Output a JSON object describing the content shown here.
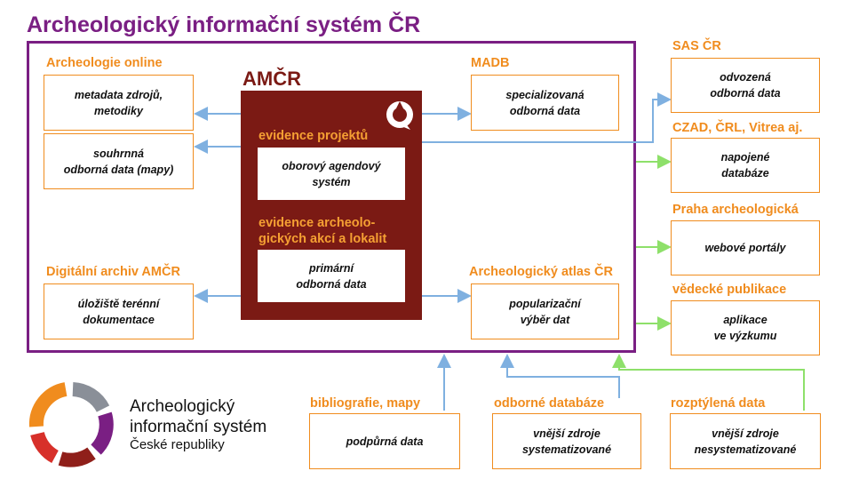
{
  "title": "Archeologický informační systém ČR",
  "amcr": {
    "label": "AMČR",
    "evidence_projektu": "evidence projektů",
    "evidence_projektu_box": "oborový agendový\nsystém",
    "evidence_akci": "evidence archeolo-\ngických akcí a lokalit",
    "evidence_akci_box": "primární\nodborná data"
  },
  "left": {
    "archeologie_online": "Archeologie online",
    "metadata": "metadata zdrojů,\nmetodiky",
    "souhrnna": "souhrnná\nodborná data (mapy)",
    "digitalni_archiv": "Digitální archiv AMČR",
    "uloziste": "úložiště terénní\ndokumentace"
  },
  "middle": {
    "madb": "MADB",
    "specializovana": "specializovaná\nodborná data",
    "atlas": "Archeologický atlas ČR",
    "popularizacni": "popularizační\nvýběr dat"
  },
  "right": {
    "sas": "SAS ČR",
    "odvozena": "odvozená\nodborná data",
    "czad": "CZAD, ČRL, Vitrea aj.",
    "napojene": "napojené\ndatabáze",
    "praha": "Praha archeologická",
    "webove": "webové portály",
    "vedecke": "vědecké publikace",
    "aplikace": "aplikace\nve výzkumu"
  },
  "bottom": {
    "bibliografie": "bibliografie, mapy",
    "podpurna": "podpůrná data",
    "odborne_databaze": "odborné databáze",
    "vnejsi_syst": "vnější zdroje\nsystematizované",
    "rozptylena": "rozptýlená data",
    "vnejsi_nesyst": "vnější zdroje\nnesystematizované"
  },
  "logo": {
    "line1": "Archeologický",
    "line2": "informační systém",
    "line3": "České republiky"
  },
  "colors": {
    "purple": "#7a1f83",
    "orange": "#f08c1e",
    "dark_red": "#7b1a14",
    "blue_arrow": "#7fb0e0",
    "green_arrow": "#8ee06a"
  }
}
